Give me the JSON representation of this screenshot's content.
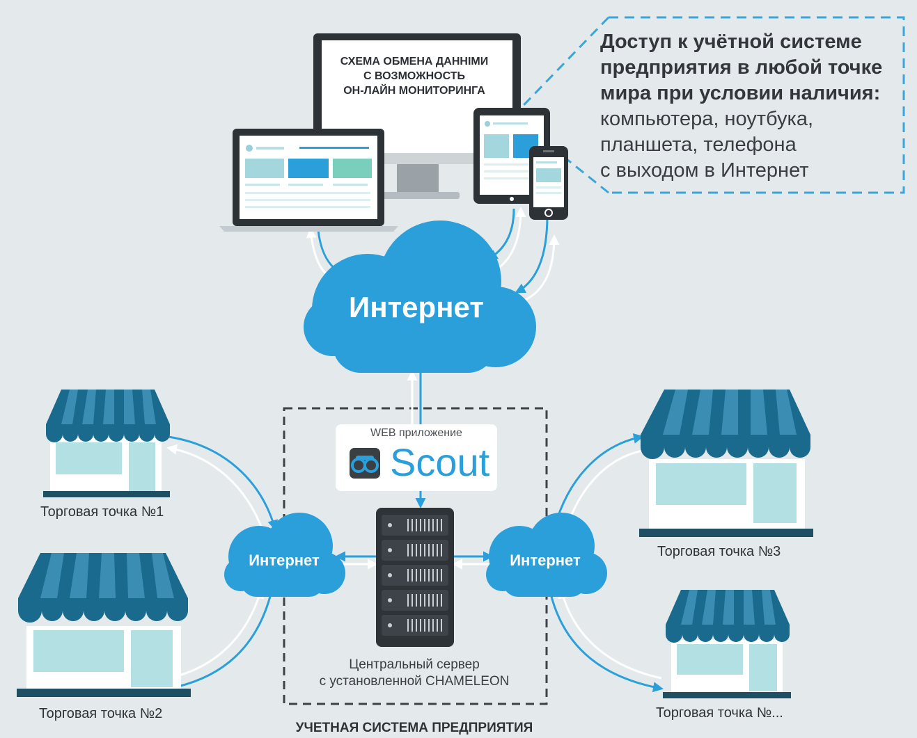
{
  "monitor": {
    "title_lines": [
      "СХЕМА ОБМЕНА ДАННІМИ",
      "С ВОЗМОЖНОСТЬ",
      "ОН-ЛАЙН МОНИТОРИНГА"
    ]
  },
  "callout": {
    "bold_lines": [
      "Доступ к учётной системе",
      "предприятия в любой точке",
      "мира при условии наличия:"
    ],
    "regular_lines": [
      "компьютера, ноутбука,",
      "планшета, телефона",
      "с выходом в Интернет"
    ]
  },
  "clouds": {
    "main": "Интернет",
    "left": "Интернет",
    "right": "Интернет"
  },
  "shops": {
    "shop1": "Торговая точка №1",
    "shop2": "Торговая точка №2",
    "shop3": "Торговая точка №3",
    "shop4": "Торговая точка №..."
  },
  "web_app": {
    "label": "WEB приложение",
    "brand": "Scout"
  },
  "server": {
    "lines": [
      "Центральный сервер",
      "с установленной CHAMELEON"
    ]
  },
  "enterprise": {
    "label": "УЧЕТНАЯ СИСТЕМА ПРЕДПРИЯТИЯ"
  },
  "colors": {
    "background": "#e4eaeb",
    "cloud": "#2a9fda",
    "awning_dark": "#1a6a8e",
    "awning_light": "#3b8db4",
    "shop_window": "#b3e0e3",
    "device_dark": "#2d3237",
    "dashed": "#3aa5d8"
  },
  "icons": [
    "binoculars-icon",
    "server-icon",
    "monitor-icon",
    "laptop-icon",
    "tablet-icon",
    "phone-icon",
    "store-icon",
    "cloud-icon"
  ]
}
